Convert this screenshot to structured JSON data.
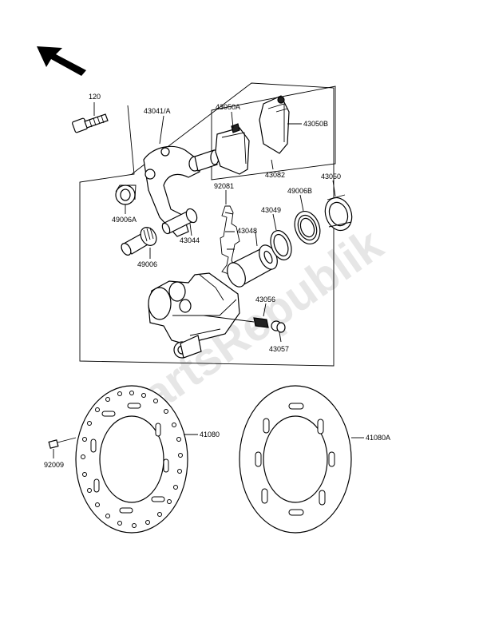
{
  "watermark": "PartsRepublik",
  "colors": {
    "line": "#000000",
    "background": "#ffffff",
    "watermark": "#e6e6e6"
  },
  "labels": {
    "p120": "120",
    "p43041A": "43041/A",
    "p43050A": "43050A",
    "p43050B": "43050B",
    "p43082": "43082",
    "p92081": "92081",
    "p49006B": "49006B",
    "p43050": "43050",
    "p49006A": "49006A",
    "p43049": "43049",
    "p43044": "43044",
    "p43048": "43048",
    "p49006": "49006",
    "p43056": "43056",
    "p43057": "43057",
    "p41080": "41080",
    "p41080A": "41080A",
    "p92009": "92009"
  }
}
